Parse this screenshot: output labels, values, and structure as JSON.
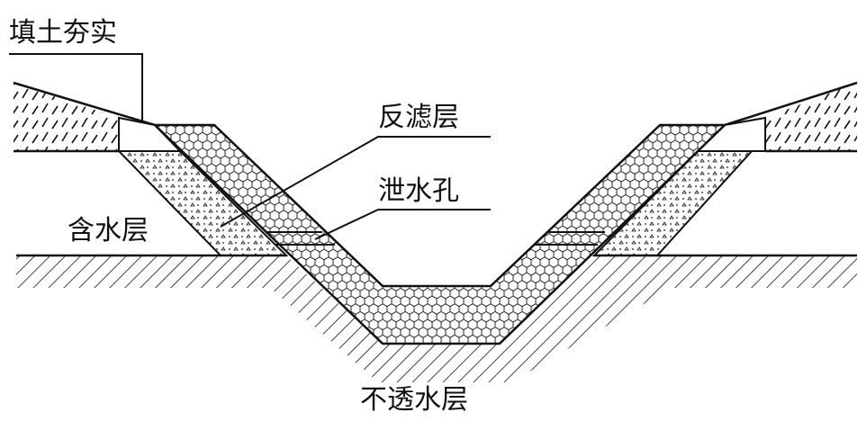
{
  "labels": {
    "fill": "填土夯实",
    "filter": "反滤层",
    "drain_hole": "泄水孔",
    "aquifer": "含水层",
    "impermeable": "不透水层"
  },
  "colors": {
    "ink": "#111111",
    "background": "#ffffff"
  }
}
